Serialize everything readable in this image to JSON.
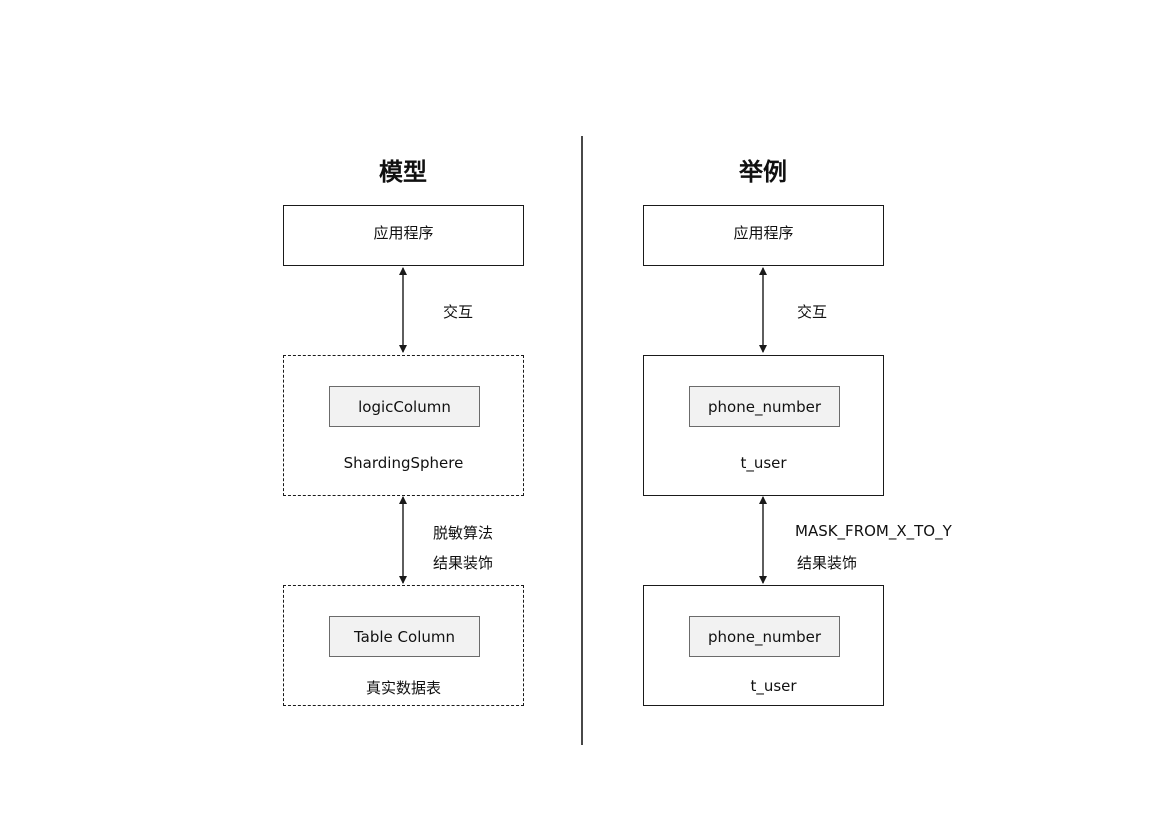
{
  "model": {
    "title": "模型",
    "app_box": "应用程序",
    "interaction": "交互",
    "middle_inner": "logicColumn",
    "middle_caption": "ShardingSphere",
    "edge_line1": "脱敏算法",
    "edge_line2": "结果装饰",
    "bottom_inner": "Table Column",
    "bottom_caption": "真实数据表"
  },
  "example": {
    "title": "举例",
    "app_box": "应用程序",
    "interaction": "交互",
    "middle_inner": "phone_number",
    "middle_caption": "t_user",
    "edge_line1": "MASK_FROM_X_TO_Y",
    "edge_line2": "结果装饰",
    "bottom_inner": "phone_number",
    "bottom_caption": "t_user"
  }
}
